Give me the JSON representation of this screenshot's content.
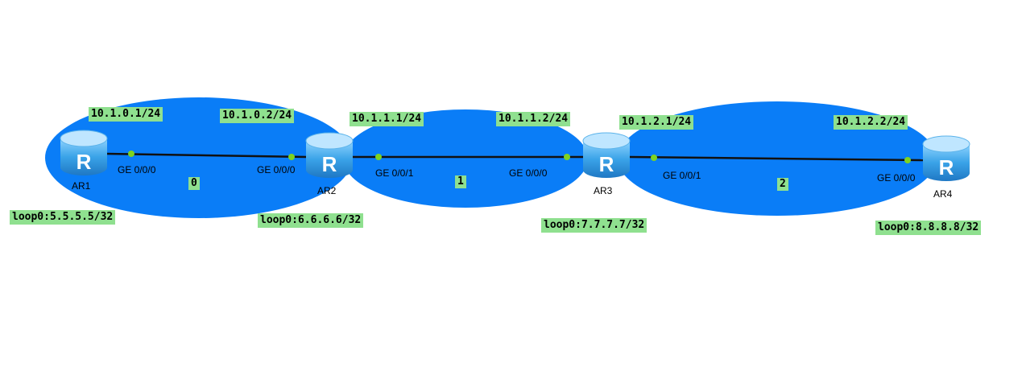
{
  "routers": [
    {
      "name": "AR1",
      "loopback": "loop0:5.5.5.5/32"
    },
    {
      "name": "AR2",
      "loopback": "loop0:6.6.6.6/32"
    },
    {
      "name": "AR3",
      "loopback": "loop0:7.7.7.7/32"
    },
    {
      "name": "AR4",
      "loopback": "loop0:8.8.8.8/32"
    }
  ],
  "router_icon_letter": "R",
  "areas": [
    "0",
    "1",
    "2"
  ],
  "links": [
    {
      "left_ip": "10.1.0.1/24",
      "right_ip": "10.1.0.2/24",
      "left_port": "GE 0/0/0",
      "right_port": "GE 0/0/0"
    },
    {
      "left_ip": "10.1.1.1/24",
      "right_ip": "10.1.1.2/24",
      "left_port": "GE 0/0/1",
      "right_port": "GE 0/0/0"
    },
    {
      "left_ip": "10.1.2.1/24",
      "right_ip": "10.1.2.2/24",
      "left_port": "GE 0/0/1",
      "right_port": "GE 0/0/0"
    }
  ],
  "colors": {
    "area_fill": "#0a7df7",
    "label_bg": "#8fe08f",
    "port_dot": "#7ed321",
    "router_body": "#3aa3e8"
  }
}
